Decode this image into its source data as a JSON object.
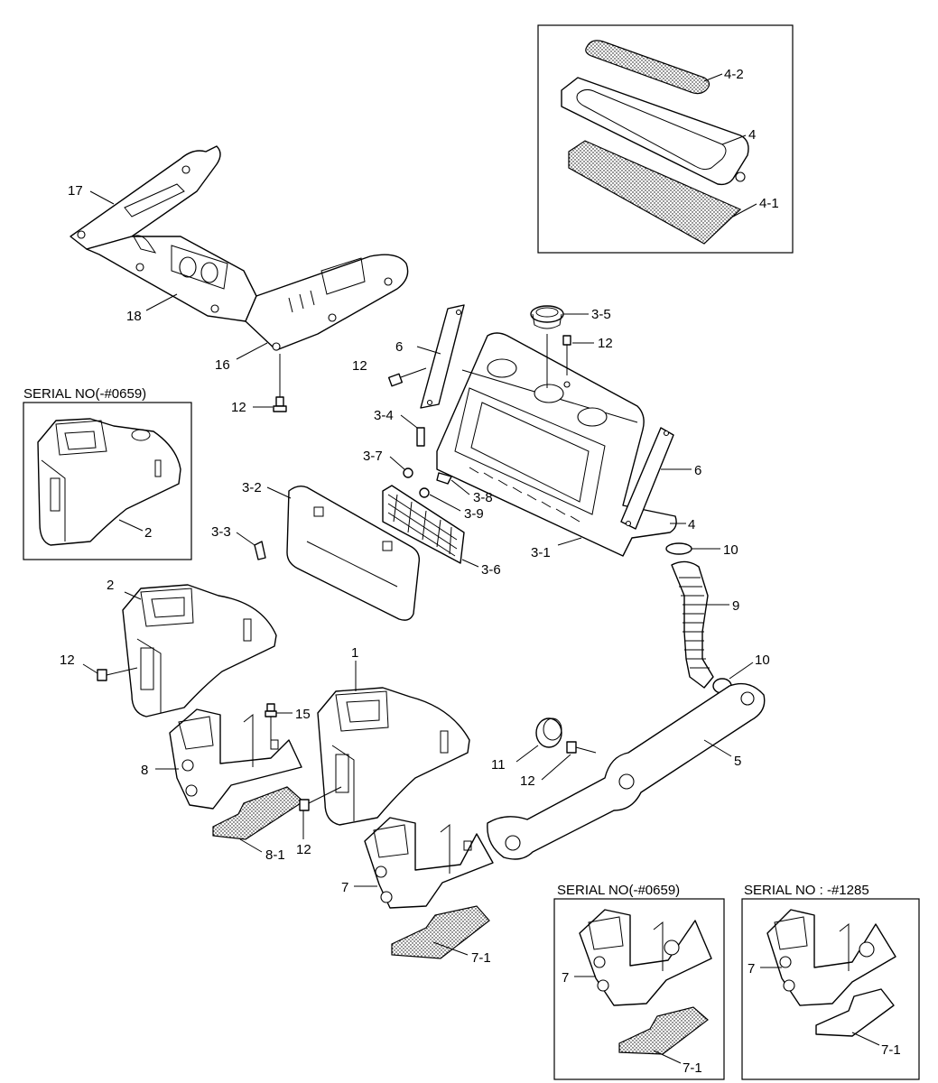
{
  "labels": {
    "p17": "17",
    "p18": "18",
    "p16": "16",
    "p12a": "12",
    "p6a": "6",
    "p12b": "12",
    "p35": "3-5",
    "p12c": "12",
    "p34": "3-4",
    "p37": "3-7",
    "p38": "3-8",
    "p39": "3-9",
    "p32": "3-2",
    "p33": "3-3",
    "p36": "3-6",
    "p31": "3-1",
    "p6b": "6",
    "p4b": "4",
    "p10a": "10",
    "p9": "9",
    "p10b": "10",
    "p42": "4-2",
    "p4a": "4",
    "p41": "4-1",
    "p2a": "2",
    "p2b": "2",
    "p12d": "12",
    "p15": "15",
    "p1": "1",
    "p8": "8",
    "p81": "8-1",
    "p12e": "12",
    "p7": "7",
    "p71": "7-1",
    "p11": "11",
    "p12f": "12",
    "p5": "5",
    "p7s1": "7",
    "p71s1": "7-1",
    "p7s2": "7",
    "p71s2": "7-1"
  },
  "insets": {
    "serial_left": "SERIAL NO(-#0659)",
    "serial_mid": "SERIAL NO(-#0659)",
    "serial_right": "SERIAL NO : -#1285"
  }
}
